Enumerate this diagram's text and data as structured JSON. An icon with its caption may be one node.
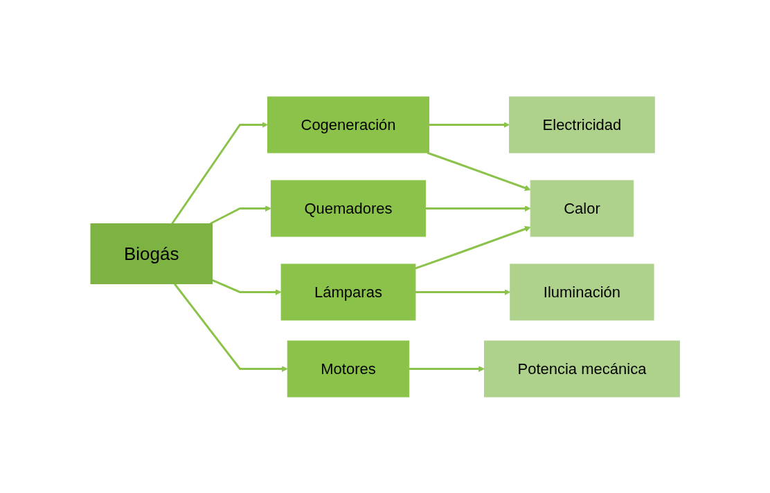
{
  "diagram": {
    "nodes": [
      {
        "text": [
          "Biogás"
        ]
      },
      {
        "text": [
          "Cogeneración"
        ]
      },
      {
        "text": [
          "Quemadores"
        ]
      },
      {
        "text": [
          "Lámparas"
        ]
      },
      {
        "text": [
          "Motores"
        ]
      },
      {
        "text": [
          "Electricidad"
        ]
      },
      {
        "text": [
          "Calor"
        ]
      },
      {
        "text": [
          "Iluminación"
        ]
      },
      {
        "text": [
          "Potencia mecánica"
        ]
      }
    ],
    "edges": [
      {
        "from": 0,
        "to": 1,
        "arrow": "to"
      },
      {
        "from": 0,
        "to": 2,
        "arrow": "to"
      },
      {
        "from": 0,
        "to": 3,
        "arrow": "to"
      },
      {
        "from": 0,
        "to": 4,
        "arrow": "to"
      },
      {
        "from": 1,
        "to": 5,
        "arrow": "to"
      },
      {
        "from": 1,
        "to": 6,
        "arrow": "to"
      },
      {
        "from": 2,
        "to": 6,
        "arrow": "to"
      },
      {
        "from": 3,
        "to": 6,
        "arrow": "to"
      },
      {
        "from": 3,
        "to": 7,
        "arrow": "to"
      },
      {
        "from": 4,
        "to": 8,
        "arrow": "to"
      }
    ]
  }
}
